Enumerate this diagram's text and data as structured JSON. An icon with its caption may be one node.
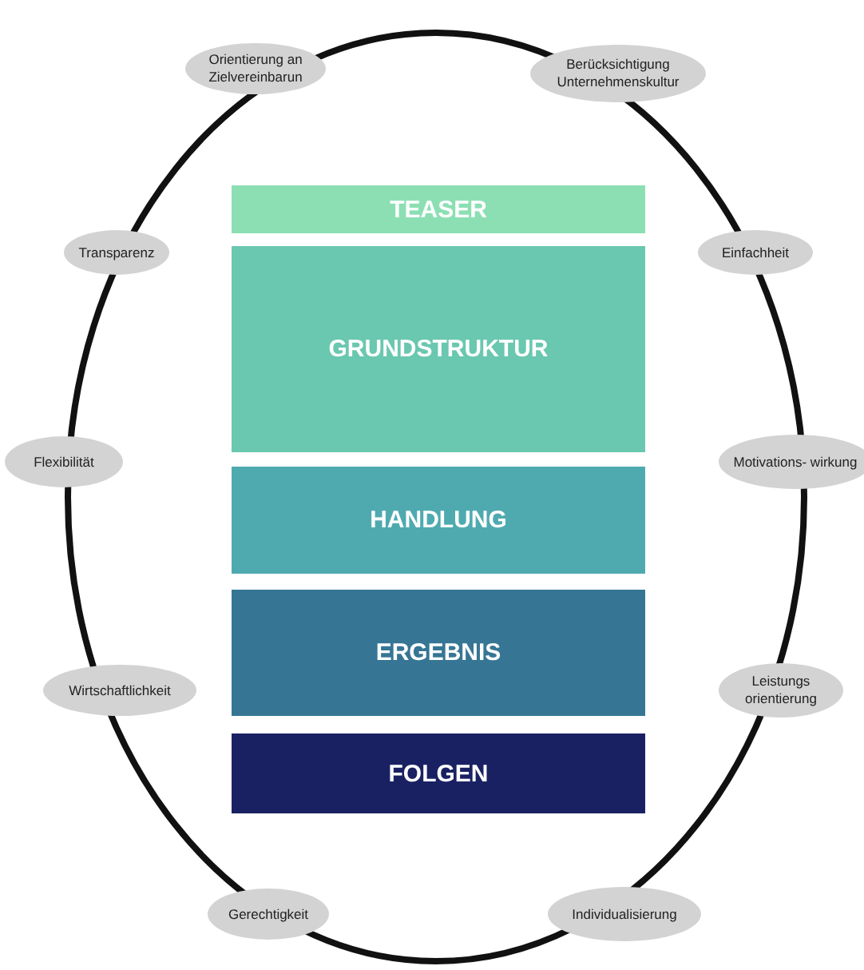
{
  "diagram": {
    "nodes": [
      {
        "text": [],
        "shape": "circle"
      },
      {
        "text": [
          "TEASER"
        ],
        "in": 0
      },
      {
        "text": [
          "GRUNDSTRUKTUR"
        ],
        "in": 0
      },
      {
        "text": [
          "HANDLUNG"
        ],
        "in": 0
      },
      {
        "text": [
          "ERGEBNIS"
        ],
        "in": 0
      },
      {
        "text": [
          "FOLGEN"
        ],
        "in": 0
      },
      {
        "text": [
          "Orientierung an Zielvereinbarun"
        ]
      },
      {
        "text": [
          "Berücksichtigung Unternehmenskultur"
        ]
      },
      {
        "text": [
          "Transparenz"
        ]
      },
      {
        "text": [
          "Einfachheit"
        ]
      },
      {
        "text": [
          "Flexibilität"
        ]
      },
      {
        "text": [
          "Motivations- wirkung"
        ]
      },
      {
        "text": [
          "Wirtschaftlichkeit"
        ]
      },
      {
        "text": [
          "Leistungs orientierung"
        ]
      },
      {
        "text": [
          "Gerechtigkeit"
        ]
      },
      {
        "text": [
          "Individualisierung"
        ]
      }
    ],
    "edges": []
  }
}
